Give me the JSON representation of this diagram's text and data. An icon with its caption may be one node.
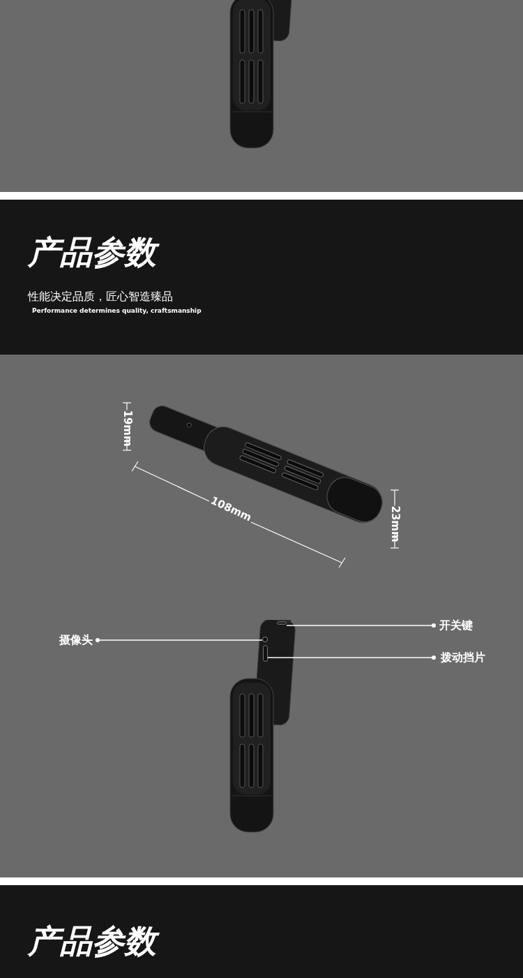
{
  "diagram": {
    "nodes": [
      {
        "text": [
          "摄像头"
        ]
      },
      {
        "text": [
          "开关键"
        ]
      },
      {
        "text": [
          "拨动挡片"
        ]
      },
      {
        "text": [],
        "shape": "circle"
      },
      {
        "text": [],
        "shape": "box"
      },
      {
        "text": [],
        "shape": "bar"
      }
    ],
    "edges": [
      {
        "from": 0,
        "to": 3,
        "arrow": "other"
      },
      {
        "from": 1,
        "to": 4,
        "arrow": "other"
      },
      {
        "from": 2,
        "to": 5,
        "arrow": "other"
      }
    ],
    "labels": [
      "产品参数",
      "性能决定品质，匠心智造臻品",
      "Performance determines quality, craftsmanship",
      "19mm",
      "108mm",
      "23mm",
      "产品参数"
    ]
  }
}
